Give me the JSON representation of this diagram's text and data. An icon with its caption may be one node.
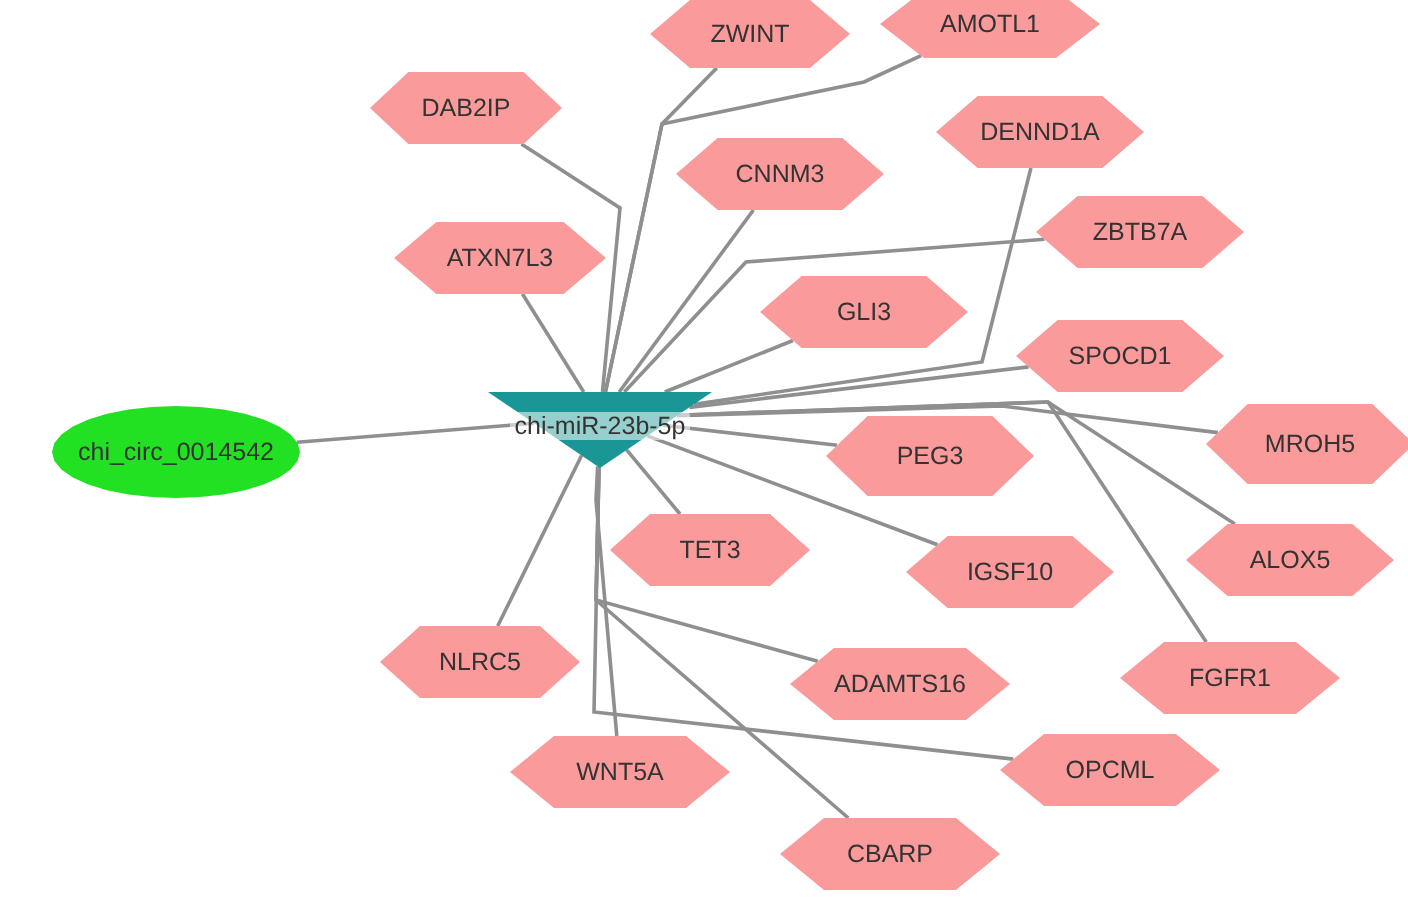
{
  "diagram": {
    "nodes": [
      {
        "text": [
          "chi_circ_0014542"
        ]
      },
      {
        "text": [
          "chi-miR-23b-5p"
        ]
      },
      {
        "text": [
          "ZWINT"
        ]
      },
      {
        "text": [
          "AMOTL1"
        ]
      },
      {
        "text": [
          "DAB2IP"
        ]
      },
      {
        "text": [
          "DENND1A"
        ]
      },
      {
        "text": [
          "CNNM3"
        ]
      },
      {
        "text": [
          "ZBTB7A"
        ]
      },
      {
        "text": [
          "ATXN7L3"
        ]
      },
      {
        "text": [
          "GLI3"
        ]
      },
      {
        "text": [
          "SPOCD1"
        ]
      },
      {
        "text": [
          "PEG3"
        ]
      },
      {
        "text": [
          "MROH5"
        ]
      },
      {
        "text": [
          "TET3"
        ]
      },
      {
        "text": [
          "IGSF10"
        ]
      },
      {
        "text": [
          "ALOX5"
        ]
      },
      {
        "text": [
          "NLRC5"
        ]
      },
      {
        "text": [
          "ADAMTS16"
        ]
      },
      {
        "text": [
          "FGFR1"
        ]
      },
      {
        "text": [
          "WNT5A"
        ]
      },
      {
        "text": [
          "OPCML"
        ]
      },
      {
        "text": [
          "CBARP"
        ]
      }
    ],
    "edges": [
      {
        "from": 0,
        "to": 1,
        "arrow": "none"
      },
      {
        "from": 1,
        "to": 2,
        "arrow": "none"
      },
      {
        "from": 1,
        "to": 3,
        "arrow": "none"
      },
      {
        "from": 1,
        "to": 4,
        "arrow": "none"
      },
      {
        "from": 1,
        "to": 5,
        "arrow": "none"
      },
      {
        "from": 1,
        "to": 6,
        "arrow": "none"
      },
      {
        "from": 1,
        "to": 7,
        "arrow": "none"
      },
      {
        "from": 1,
        "to": 8,
        "arrow": "none"
      },
      {
        "from": 1,
        "to": 9,
        "arrow": "none"
      },
      {
        "from": 1,
        "to": 10,
        "arrow": "none"
      },
      {
        "from": 1,
        "to": 11,
        "arrow": "none"
      },
      {
        "from": 1,
        "to": 12,
        "arrow": "none"
      },
      {
        "from": 1,
        "to": 13,
        "arrow": "none"
      },
      {
        "from": 1,
        "to": 14,
        "arrow": "none"
      },
      {
        "from": 1,
        "to": 15,
        "arrow": "none"
      },
      {
        "from": 1,
        "to": 16,
        "arrow": "none"
      },
      {
        "from": 1,
        "to": 17,
        "arrow": "none"
      },
      {
        "from": 1,
        "to": 18,
        "arrow": "none"
      },
      {
        "from": 1,
        "to": 19,
        "arrow": "none"
      },
      {
        "from": 1,
        "to": 20,
        "arrow": "none"
      },
      {
        "from": 1,
        "to": 21,
        "arrow": "none"
      }
    ]
  }
}
